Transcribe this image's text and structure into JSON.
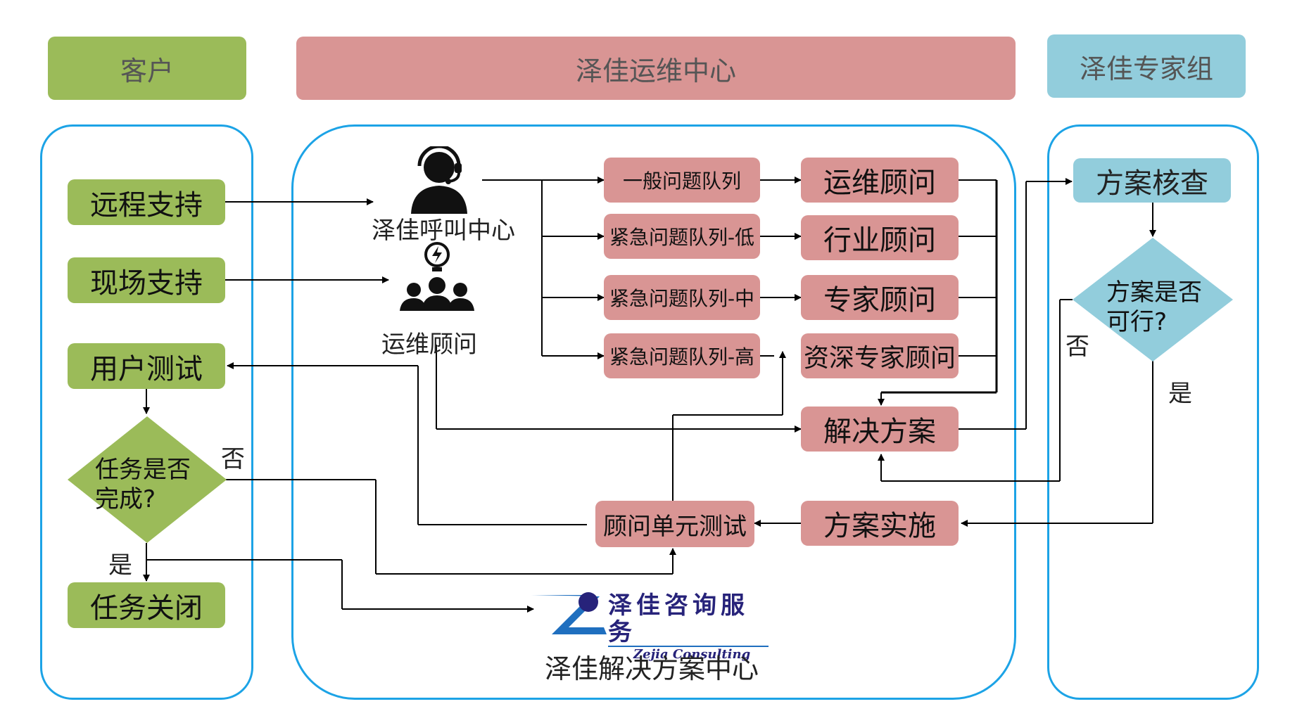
{
  "lanes": {
    "customer": "客户",
    "ops_center": "泽佳运维中心",
    "expert_group": "泽佳专家组"
  },
  "customer": {
    "remote": "远程支持",
    "onsite": "现场支持",
    "user_test": "用户测试",
    "task_done_line1": "任务是否",
    "task_done_line2": "完成?",
    "no": "否",
    "yes": "是",
    "close": "任务关闭"
  },
  "ops": {
    "call_center": "泽佳呼叫中心",
    "consultant": "运维顾问",
    "queues": [
      "一般问题队列",
      "紧急问题队列-低",
      "紧急问题队列-中",
      "紧急问题队列-高"
    ],
    "advisors": [
      "运维顾问",
      "行业顾问",
      "专家顾问",
      "资深专家顾问"
    ],
    "solution": "解决方案",
    "unit_test": "顾问单元测试",
    "implement": "方案实施",
    "logo_cn": "泽佳咨询服务",
    "logo_en": "Zejia Consulting",
    "solution_center": "泽佳解决方案中心"
  },
  "experts": {
    "review": "方案核查",
    "feasible_line1": "方案是否",
    "feasible_line2": "可行?",
    "no": "否",
    "yes": "是"
  },
  "colors": {
    "customer_green": "#9bbb59",
    "ops_pink": "#d99594",
    "expert_blue": "#92cddc",
    "lane_border": "#1ca3e6"
  },
  "icons": [
    "headset-agent-icon",
    "team-idea-icon",
    "zejia-logo"
  ]
}
